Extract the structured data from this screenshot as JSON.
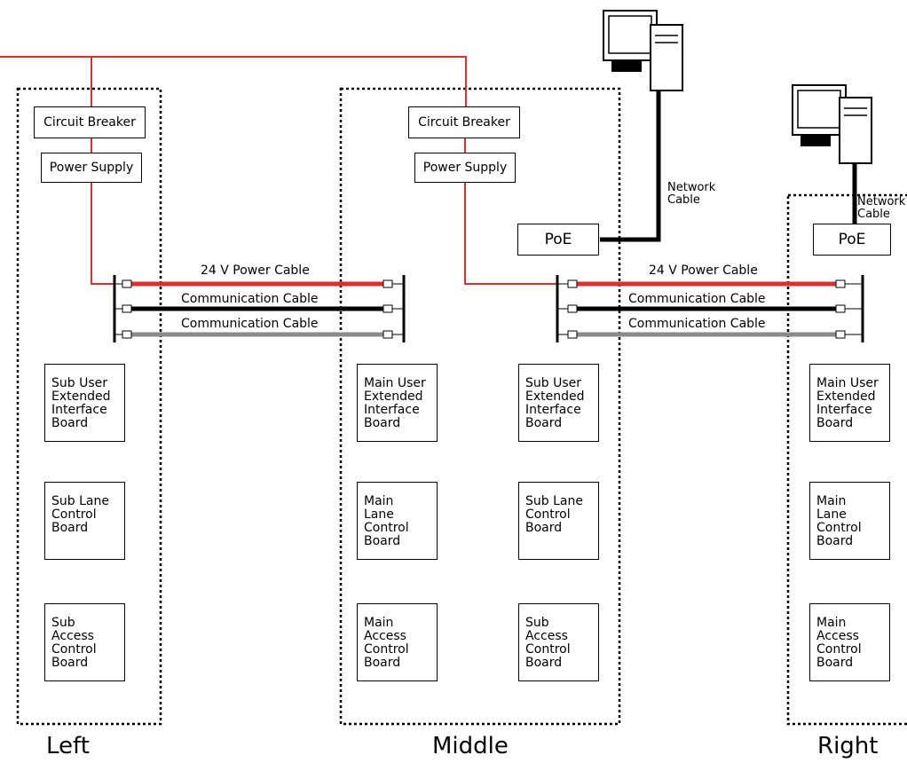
{
  "colors": {
    "power": "#dc2e2e",
    "comm1": "#000000",
    "comm2": "#8a8a8a",
    "frame": "#000000"
  },
  "zones": [
    {
      "label": "Left",
      "power": {
        "breaker": "Circuit Breaker",
        "supply": "Power Supply"
      },
      "boards": [
        "Sub User\nExtended\nInterface\nBoard",
        "Sub Lane\nControl\nBoard",
        "Sub\nAccess\nControl\nBoard"
      ]
    },
    {
      "label": "Middle",
      "power": {
        "breaker": "Circuit Breaker",
        "supply": "Power Supply"
      },
      "poe": "PoE",
      "network_cable": "Network\nCable",
      "boards_main": [
        "Main User\nExtended\nInterface\nBoard",
        "Main\nLane\nControl\nBoard",
        "Main\nAccess\nControl\nBoard"
      ],
      "boards_sub": [
        "Sub User\nExtended\nInterface\nBoard",
        "Sub Lane\nControl\nBoard",
        "Sub\nAccess\nControl\nBoard"
      ]
    },
    {
      "label": "Right",
      "poe": "PoE",
      "network_cable": "Network\nCable",
      "boards": [
        "Main User\nExtended\nInterface\nBoard",
        "Main\nLane\nControl\nBoard",
        "Main\nAccess\nControl\nBoard"
      ]
    }
  ],
  "cables": {
    "left_to_middle": [
      "24 V Power Cable",
      "Communication Cable",
      "Communication Cable"
    ],
    "middle_to_right": [
      "24 V Power Cable",
      "Communication Cable",
      "Communication Cable"
    ]
  },
  "icons": [
    "computer-icon",
    "computer-icon"
  ]
}
